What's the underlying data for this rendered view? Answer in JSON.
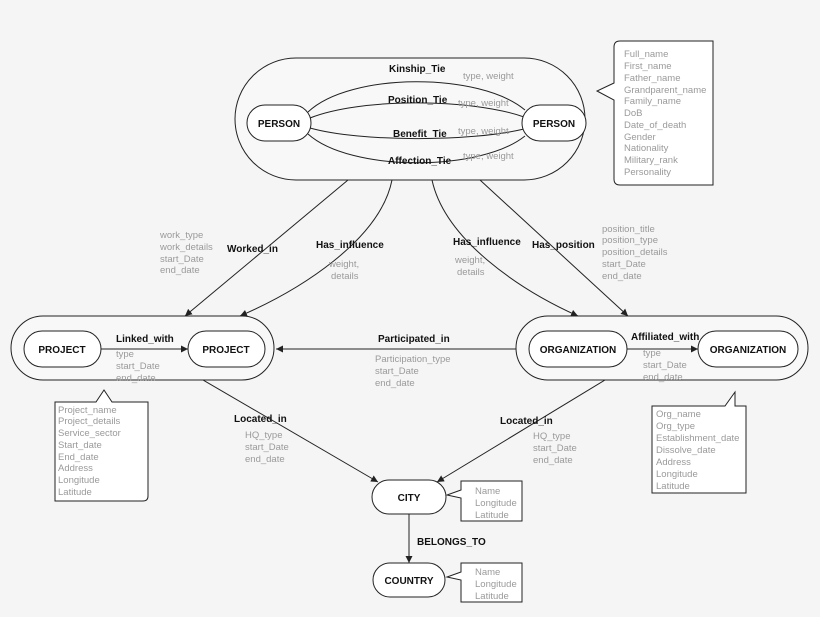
{
  "nodes": {
    "person_left": "PERSON",
    "person_right": "PERSON",
    "project_left": "PROJECT",
    "project_right": "PROJECT",
    "organization_left": "ORGANIZATION",
    "organization_right": "ORGANIZATION",
    "city": "CITY",
    "country": "COUNTRY"
  },
  "person_ties": [
    {
      "label": "Kinship_Tie",
      "attrs": "type, weight"
    },
    {
      "label": "Position_Tie",
      "attrs": "type, weight"
    },
    {
      "label": "Benefit_Tie",
      "attrs": "type, weight"
    },
    {
      "label": "Affection_Tie",
      "attrs": "type, weight"
    }
  ],
  "edges": {
    "worked_in": {
      "label": "Worked_in",
      "attrs": [
        "work_type",
        "work_details",
        "start_Date",
        "end_date"
      ]
    },
    "has_influence_project": {
      "label": "Has_influence",
      "attrs": [
        "weight,",
        "details"
      ]
    },
    "has_influence_org": {
      "label": "Has_influence",
      "attrs": [
        "weight,",
        "details"
      ]
    },
    "has_position": {
      "label": "Has_position",
      "attrs": [
        "position_title",
        "position_type",
        "position_details",
        "start_Date",
        "end_date"
      ]
    },
    "linked_with": {
      "label": "Linked_with",
      "attrs": [
        "type",
        "start_Date",
        "end_date"
      ]
    },
    "participated_in": {
      "label": "Participated_in",
      "attrs": [
        "Participation_type",
        "start_Date",
        "end_date"
      ]
    },
    "affiliated_with": {
      "label": "Affiliated_with",
      "attrs": [
        "type",
        "start_Date",
        "end_date"
      ]
    },
    "located_in_project": {
      "label": "Located_in",
      "attrs": [
        "HQ_type",
        "start_Date",
        "end_date"
      ]
    },
    "located_in_org": {
      "label": "Located_in",
      "attrs": [
        "HQ_type",
        "start_Date",
        "end_date"
      ]
    },
    "belongs_to": {
      "label": "BELONGS_TO"
    }
  },
  "notes": {
    "person": [
      "Full_name",
      "First_name",
      "Father_name",
      "Grandparent_name",
      "Family_name",
      "DoB",
      "Date_of_death",
      "Gender",
      "Nationality",
      "Military_rank",
      "Personality"
    ],
    "project": [
      "Project_name",
      "Project_details",
      "Service_sector",
      "Start_date",
      "End_date",
      "Address",
      "Longitude",
      "Latitude"
    ],
    "organization": [
      "Org_name",
      "Org_type",
      "Establishment_date",
      "Dissolve_date",
      "Address",
      "Longitude",
      "Latitude"
    ],
    "city": [
      "Name",
      "Longitude",
      "Latitude"
    ],
    "country": [
      "Name",
      "Longitude",
      "Latitude"
    ]
  }
}
